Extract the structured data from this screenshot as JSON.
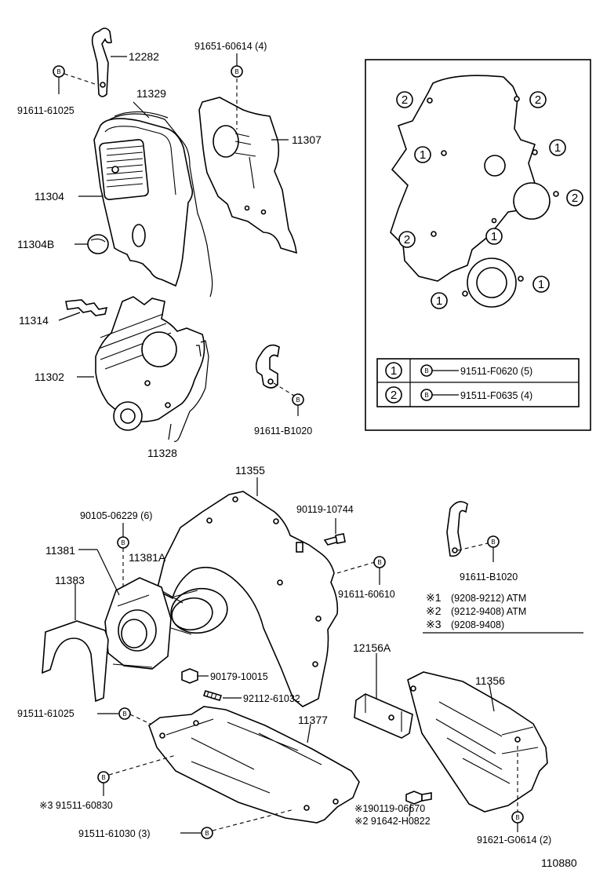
{
  "diagram_id": "110880",
  "parts": {
    "p12282": "12282",
    "p91651": "91651-60614 (4)",
    "p11329": "11329",
    "p11307": "11307",
    "p91611a": "91611-61025",
    "p11304": "11304",
    "p11304b": "11304B",
    "p11314": "11314",
    "p11302": "11302",
    "p11328": "11328",
    "p91611b": "91611-B1020",
    "p11355": "11355",
    "p90105": "90105-06229 (6)",
    "p90119a": "90119-10744",
    "p11381": "11381",
    "p11381a": "11381A",
    "p11383": "11383",
    "p91611c": "91611-60610",
    "p91611d": "91611-B1020",
    "p90179": "90179-10015",
    "p92112": "92112-61032",
    "p91511a": "91511-61025",
    "p11377": "11377",
    "p12156a": "12156A",
    "p11356": "11356",
    "p91511b": "※3 91511-60830",
    "p90119b": "※190119-06670",
    "p91642": "※2 91642-H0822",
    "p91511c": "91511-61030 (3)",
    "p91621": "91621-G0614 (2)"
  },
  "inset": {
    "callout_1": "1",
    "callout_2": "2",
    "table": [
      {
        "key": "1",
        "part": "91511-F0620 (5)"
      },
      {
        "key": "2",
        "part": "91511-F0635 (4)"
      }
    ]
  },
  "bolt_marker": "B",
  "notes": [
    {
      "mark": "※1",
      "text": "(9208-9212) ATM"
    },
    {
      "mark": "※2",
      "text": "(9212-9408) ATM"
    },
    {
      "mark": "※3",
      "text": "(9208-9408)"
    }
  ]
}
